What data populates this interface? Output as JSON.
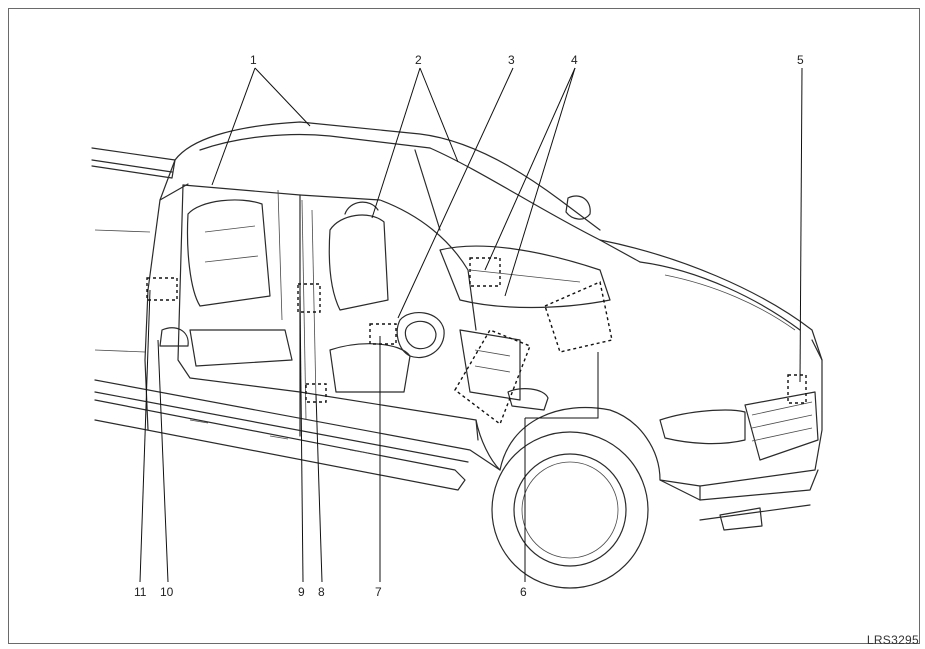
{
  "figure": {
    "code": "LRS3295",
    "callouts": [
      "1",
      "2",
      "3",
      "4",
      "5",
      "6",
      "7",
      "8",
      "9",
      "10",
      "11"
    ]
  },
  "colors": {
    "line": "#2b2b2b",
    "frame": "#6a6a6a",
    "background": "#ffffff"
  }
}
